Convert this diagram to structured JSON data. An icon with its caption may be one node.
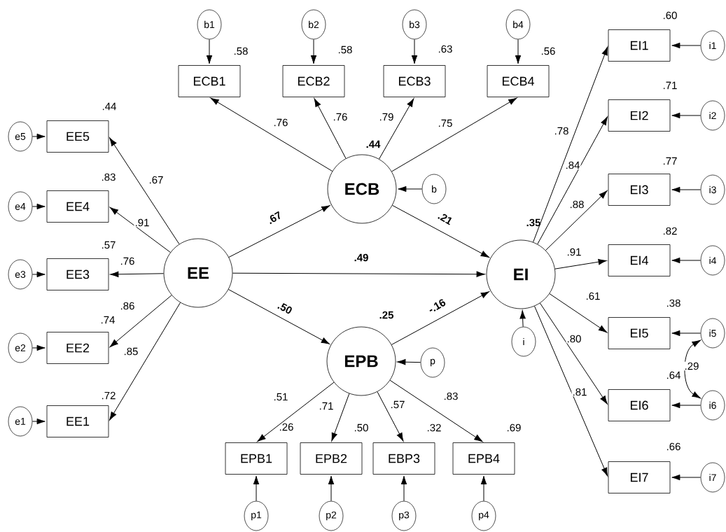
{
  "diagram": {
    "nodes": [
      {
        "text": [
          "EE"
        ]
      },
      {
        "text": [
          "ECB"
        ],
        "beside": [
          ".44"
        ]
      },
      {
        "text": [
          "EPB"
        ],
        "beside": [
          ".25"
        ]
      },
      {
        "text": [
          "EI"
        ],
        "beside": [
          ".35"
        ]
      },
      {
        "text": [
          "EE5"
        ],
        "beside": [
          ".44"
        ]
      },
      {
        "text": [
          "EE4"
        ],
        "beside": [
          ".83"
        ]
      },
      {
        "text": [
          "EE3"
        ],
        "beside": [
          ".57"
        ]
      },
      {
        "text": [
          "EE2"
        ],
        "beside": [
          ".74"
        ]
      },
      {
        "text": [
          "EE1"
        ],
        "beside": [
          ".72"
        ]
      },
      {
        "text": [
          "e5"
        ]
      },
      {
        "text": [
          "e4"
        ]
      },
      {
        "text": [
          "e3"
        ]
      },
      {
        "text": [
          "e2"
        ]
      },
      {
        "text": [
          "e1"
        ]
      },
      {
        "text": [
          "ECB1"
        ],
        "beside": [
          ".58"
        ]
      },
      {
        "text": [
          "ECB2"
        ],
        "beside": [
          ".58"
        ]
      },
      {
        "text": [
          "ECB3"
        ],
        "beside": [
          ".63"
        ]
      },
      {
        "text": [
          "ECB4"
        ],
        "beside": [
          ".56"
        ]
      },
      {
        "text": [
          "b1"
        ]
      },
      {
        "text": [
          "b2"
        ]
      },
      {
        "text": [
          "b3"
        ]
      },
      {
        "text": [
          "b4"
        ]
      },
      {
        "text": [
          "b"
        ]
      },
      {
        "text": [
          "EPB1"
        ],
        "beside": [
          ".26"
        ]
      },
      {
        "text": [
          "EPB2"
        ],
        "beside": [
          ".50"
        ]
      },
      {
        "text": [
          "EBP3"
        ],
        "beside": [
          ".32"
        ]
      },
      {
        "text": [
          "EPB4"
        ],
        "beside": [
          ".69"
        ]
      },
      {
        "text": [
          "p1"
        ]
      },
      {
        "text": [
          "p2"
        ]
      },
      {
        "text": [
          "p3"
        ]
      },
      {
        "text": [
          "p4"
        ]
      },
      {
        "text": [
          "p"
        ]
      },
      {
        "text": [
          "EI1"
        ],
        "beside": [
          ".60"
        ]
      },
      {
        "text": [
          "EI2"
        ],
        "beside": [
          ".71"
        ]
      },
      {
        "text": [
          "EI3"
        ],
        "beside": [
          ".77"
        ]
      },
      {
        "text": [
          "EI4"
        ],
        "beside": [
          ".82"
        ]
      },
      {
        "text": [
          "EI5"
        ],
        "beside": [
          ".38"
        ]
      },
      {
        "text": [
          "EI6"
        ],
        "beside": [
          ".64"
        ]
      },
      {
        "text": [
          "EI7"
        ],
        "beside": [
          ".66"
        ]
      },
      {
        "text": [
          "i1"
        ]
      },
      {
        "text": [
          "i2"
        ]
      },
      {
        "text": [
          "i3"
        ]
      },
      {
        "text": [
          "i4"
        ]
      },
      {
        "text": [
          "i5"
        ]
      },
      {
        "text": [
          "i6"
        ]
      },
      {
        "text": [
          "i7"
        ]
      },
      {
        "text": [
          "i"
        ]
      }
    ],
    "edges": [
      {
        "from": 0,
        "to": 4,
        "arrow": "to",
        "label": ".67"
      },
      {
        "from": 0,
        "to": 5,
        "arrow": "to",
        "label": ".91"
      },
      {
        "from": 0,
        "to": 6,
        "arrow": "to",
        "label": ".76"
      },
      {
        "from": 0,
        "to": 7,
        "arrow": "to",
        "label": ".86"
      },
      {
        "from": 0,
        "to": 8,
        "arrow": "to",
        "label": ".85"
      },
      {
        "from": 9,
        "to": 4,
        "arrow": "to"
      },
      {
        "from": 10,
        "to": 5,
        "arrow": "to"
      },
      {
        "from": 11,
        "to": 6,
        "arrow": "to"
      },
      {
        "from": 12,
        "to": 7,
        "arrow": "to"
      },
      {
        "from": 13,
        "to": 8,
        "arrow": "to"
      },
      {
        "from": 1,
        "to": 14,
        "arrow": "to",
        "label": ".76"
      },
      {
        "from": 1,
        "to": 15,
        "arrow": "to",
        "label": ".76"
      },
      {
        "from": 1,
        "to": 16,
        "arrow": "to",
        "label": ".79"
      },
      {
        "from": 1,
        "to": 17,
        "arrow": "to",
        "label": ".75"
      },
      {
        "from": 18,
        "to": 14,
        "arrow": "to"
      },
      {
        "from": 19,
        "to": 15,
        "arrow": "to"
      },
      {
        "from": 20,
        "to": 16,
        "arrow": "to"
      },
      {
        "from": 21,
        "to": 17,
        "arrow": "to"
      },
      {
        "from": 22,
        "to": 1,
        "arrow": "to"
      },
      {
        "from": 0,
        "to": 1,
        "arrow": "to",
        "label": ".67"
      },
      {
        "from": 0,
        "to": 3,
        "arrow": "to",
        "label": ".49"
      },
      {
        "from": 1,
        "to": 3,
        "arrow": "to",
        "label": ".21"
      },
      {
        "from": 0,
        "to": 2,
        "arrow": "to",
        "label": ".50"
      },
      {
        "from": 2,
        "to": 3,
        "arrow": "to",
        "label": "-.16"
      },
      {
        "from": 2,
        "to": 23,
        "arrow": "to",
        "label": ".51"
      },
      {
        "from": 2,
        "to": 24,
        "arrow": "to",
        "label": ".71"
      },
      {
        "from": 2,
        "to": 25,
        "arrow": "to",
        "label": ".57"
      },
      {
        "from": 2,
        "to": 26,
        "arrow": "to",
        "label": ".83"
      },
      {
        "from": 27,
        "to": 23,
        "arrow": "to"
      },
      {
        "from": 28,
        "to": 24,
        "arrow": "to"
      },
      {
        "from": 29,
        "to": 25,
        "arrow": "to"
      },
      {
        "from": 30,
        "to": 26,
        "arrow": "to"
      },
      {
        "from": 31,
        "to": 2,
        "arrow": "to"
      },
      {
        "from": 3,
        "to": 32,
        "arrow": "to",
        "label": ".78"
      },
      {
        "from": 3,
        "to": 33,
        "arrow": "to",
        "label": ".84"
      },
      {
        "from": 3,
        "to": 34,
        "arrow": "to",
        "label": ".88"
      },
      {
        "from": 3,
        "to": 35,
        "arrow": "to",
        "label": ".91"
      },
      {
        "from": 3,
        "to": 36,
        "arrow": "to",
        "label": ".61"
      },
      {
        "from": 3,
        "to": 37,
        "arrow": "to",
        "label": ".80"
      },
      {
        "from": 3,
        "to": 38,
        "arrow": "to",
        "label": ".81"
      },
      {
        "from": 39,
        "to": 32,
        "arrow": "to"
      },
      {
        "from": 40,
        "to": 33,
        "arrow": "to"
      },
      {
        "from": 41,
        "to": 34,
        "arrow": "to"
      },
      {
        "from": 42,
        "to": 35,
        "arrow": "to"
      },
      {
        "from": 43,
        "to": 36,
        "arrow": "to"
      },
      {
        "from": 44,
        "to": 37,
        "arrow": "to"
      },
      {
        "from": 45,
        "to": 38,
        "arrow": "to"
      },
      {
        "from": 46,
        "to": 3,
        "arrow": "to"
      },
      {
        "from": 43,
        "to": 44,
        "arrow": "both",
        "label": ".29"
      }
    ]
  }
}
